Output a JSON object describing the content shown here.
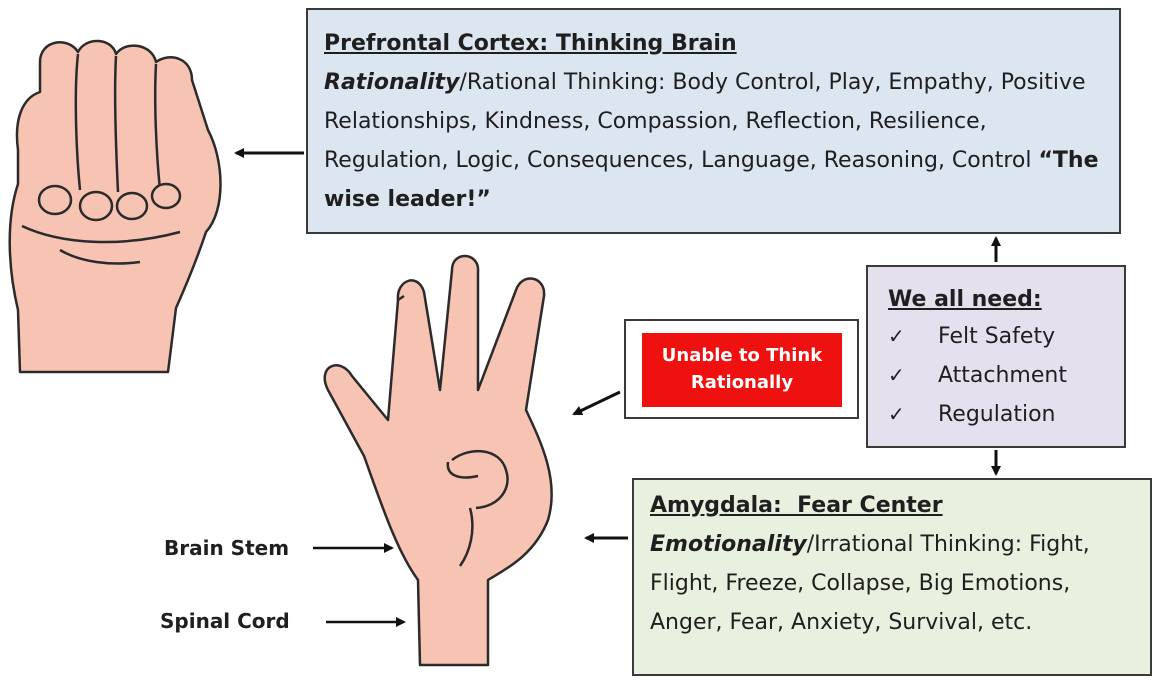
{
  "prefrontal": {
    "title": "Prefrontal Cortex: Thinking Brain",
    "emphasis": "Rationality",
    "description": "/Rational Thinking: Body Control, Play, Empathy, Positive Relationships, Kindness, Compassion, Reflection, Resilience, Regulation, Logic, Consequences, Language, Reasoning, Control",
    "quote": "“The wise leader!”"
  },
  "amygdala": {
    "title": "Amygdala:  Fear Center",
    "emphasis": "Emotionality",
    "description": "/Irrational Thinking: Fight, Flight, Freeze, Collapse, Big Emotions, Anger, Fear, Anxiety, Survival, etc."
  },
  "needs": {
    "title": "We all need:",
    "items": [
      "Felt Safety",
      "Attachment",
      "Regulation"
    ]
  },
  "unable": {
    "line1": "Unable to Think",
    "line2": "Rationally"
  },
  "hand_labels": {
    "brain_stem": "Brain Stem",
    "spinal_cord": "Spinal Cord"
  },
  "colors": {
    "prefrontal_bg": "#dce6f1",
    "amygdala_bg": "#e8f0de",
    "needs_bg": "#e6e0ee",
    "alert_red": "#ef1010",
    "skin": "#f7c3b3"
  },
  "icons": {
    "check": "check-mark-icon",
    "arrow": "arrow-icon"
  }
}
